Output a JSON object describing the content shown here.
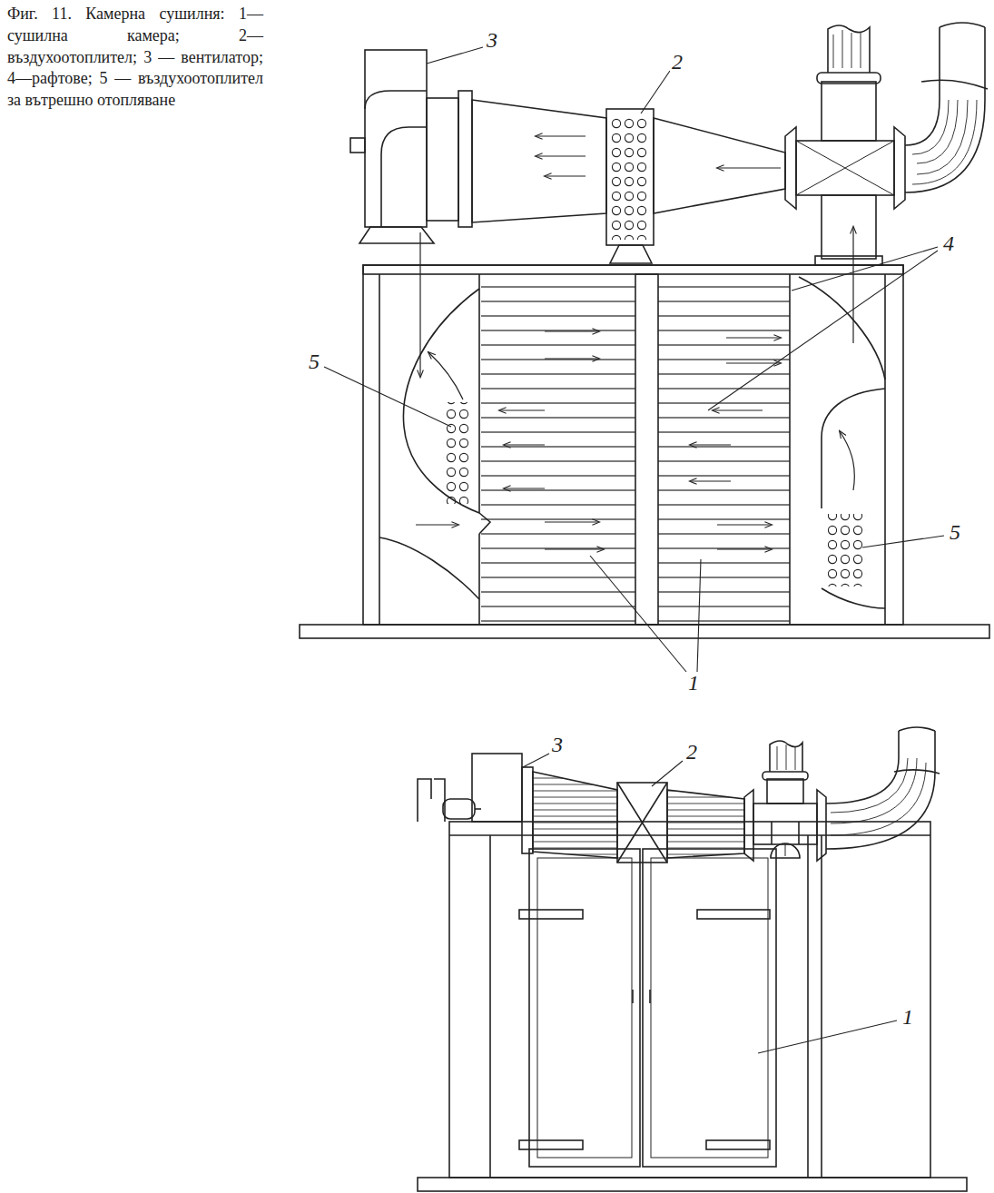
{
  "diagram": {
    "caption": "Фиг. 11. Камерна сушилня: 1—сушилна камера; 2—въздухоотоплител; 3 — вентилатор; 4—рафтове; 5 — въздухоотоплител за вътрешно отопляване",
    "labels": [
      "3",
      "2",
      "5",
      "4",
      "5",
      "1",
      "3",
      "2",
      "1"
    ]
  }
}
